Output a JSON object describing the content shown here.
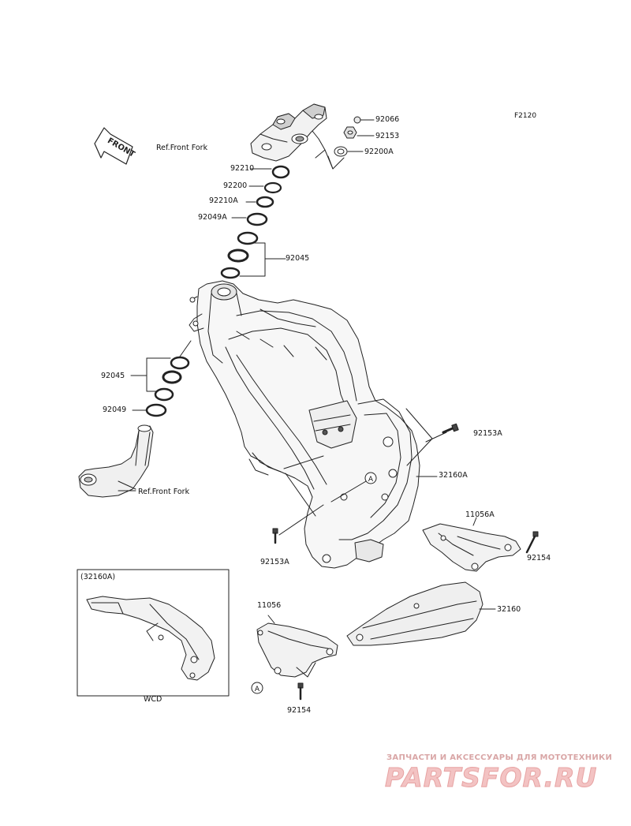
{
  "figure_id": "F2120",
  "front_arrow_text": "FRONT",
  "labels": {
    "p92066": "92066",
    "p92153": "92153",
    "p92200A": "92200A",
    "ref_front_fork_top": "Ref.Front Fork",
    "p92210": "92210",
    "p92200": "92200",
    "p92210A": "92210A",
    "p92049A": "92049A",
    "p92045_top": "92045",
    "p92045_left": "92045",
    "p92049": "92049",
    "ref_front_fork_bottom": "Ref.Front Fork",
    "p92153A_right": "92153A",
    "p32160A": "32160A",
    "p11056A": "11056A",
    "p92154_right": "92154",
    "p92153A_bottom": "92153A",
    "p11056": "11056",
    "p32160": "32160",
    "p92154_bottom": "92154"
  },
  "callout_marker": "A",
  "inset": {
    "title": "(32160A)",
    "caption": "WCD"
  },
  "watermark": {
    "tagline": "ЗАПЧАСТИ И АКСЕССУАРЫ ДЛЯ МОТОТЕХНИКИ",
    "logo": "PARTSFOR.RU"
  }
}
